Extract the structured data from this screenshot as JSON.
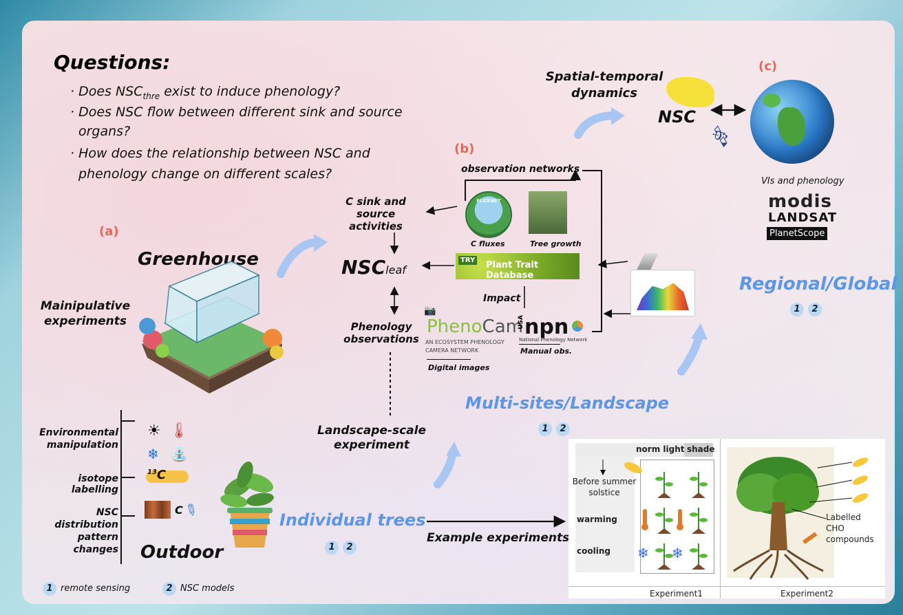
{
  "questions": {
    "title": "Questions",
    "colon": ":",
    "items": [
      "· Does NSC",
      "exist to induce phenology?",
      "· Does NSC flow between different sink and source",
      "organs?",
      "· How does the relationship between NSC and",
      "phenology change on different scales?"
    ],
    "sub": "thre"
  },
  "labels": {
    "a": "(a)",
    "b": "(b)",
    "c": "(c)"
  },
  "left": {
    "greenhouse": "Greenhouse",
    "manip": "Mainipulative experiments",
    "env": "Environmental manipulation",
    "isotope": "isotope labelling",
    "nsc_dist": "NSC distribution pattern changes",
    "outdoor": "Outdoor",
    "c13": "13",
    "c_letter": "C",
    "c_plain": "C"
  },
  "center": {
    "c_sink": "C sink and source activities",
    "nsc": "NSC",
    "leaf": "leaf",
    "phenology_obs": "Phenology observations",
    "landscape": "Landscape-scale experiment",
    "obs_networks": "observation networks",
    "c_fluxes": "C fluxes",
    "tree_growth": "Tree growth",
    "ptd": "Plant Trait Database",
    "try": "TRY",
    "impact": "Impact",
    "phenocam": "PhenoCam",
    "pheno": "Pheno",
    "cam": "Cam",
    "phenocam_sub": "AN ECOSYSTEM PHENOLOGY CAMERA NETWORK",
    "digital": "Digital images",
    "npn": "npn",
    "usa": "USA",
    "npn_sub": "National Phenology Network",
    "manual": "Manual obs.",
    "fluxnet": "FLUXNET"
  },
  "right": {
    "spatial": "Spatial-temporal dynamics",
    "nsc": "NSC",
    "vis": "VIs and phenology",
    "modis": "modis",
    "landsat": "LANDSAT",
    "planetscope": "PlanetScope",
    "regional": "Regional/Global",
    "multisites": "Multi-sites/Landscape",
    "individual": "Individual trees",
    "example": "Example experiments"
  },
  "experiments": {
    "norm_light": "norm light",
    "shade": "shade",
    "before": "Before summer solstice",
    "warming": "warming",
    "cooling": "cooling",
    "exp1": "Experiment1",
    "exp2": "Experiment2",
    "labelled": "Labelled CHO compounds"
  },
  "legend": {
    "one": "1",
    "two": "2",
    "remote": "remote sensing",
    "models": "NSC models"
  }
}
